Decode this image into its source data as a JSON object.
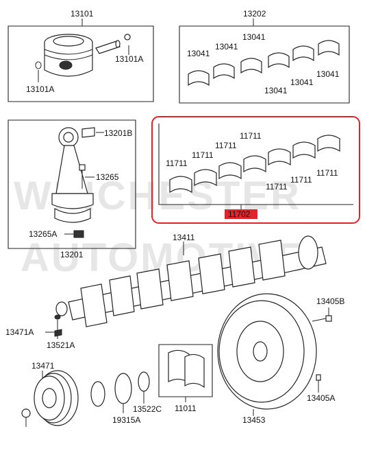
{
  "watermark": {
    "line1": "WINCHESTER",
    "line2": "AUTOMOTIVE"
  },
  "labels": {
    "piston_group": "13101",
    "piston_pin": "13101A",
    "snap_ring": "13101A",
    "conrod_bearing_group": "13202",
    "conrod_bearing": "13041",
    "main_bearing": "11711",
    "main_bearing_set": "11702",
    "conrod_group": "13201",
    "conrod_bushing": "13201B",
    "conrod_bolt": "13265",
    "conrod_nut": "13265A",
    "crankshaft": "13411",
    "crank_key": "13471A",
    "crank_sprocket_key": "13521A",
    "pulley": "13471",
    "timing_gear": "19315A",
    "crank_gear": "13522C",
    "thrust_washer": "11011",
    "flywheel": "13453",
    "flywheel_bolt": "13405B",
    "flywheel_pin": "13405A"
  },
  "colors": {
    "highlight": "#e0242b",
    "line": "#222222"
  }
}
